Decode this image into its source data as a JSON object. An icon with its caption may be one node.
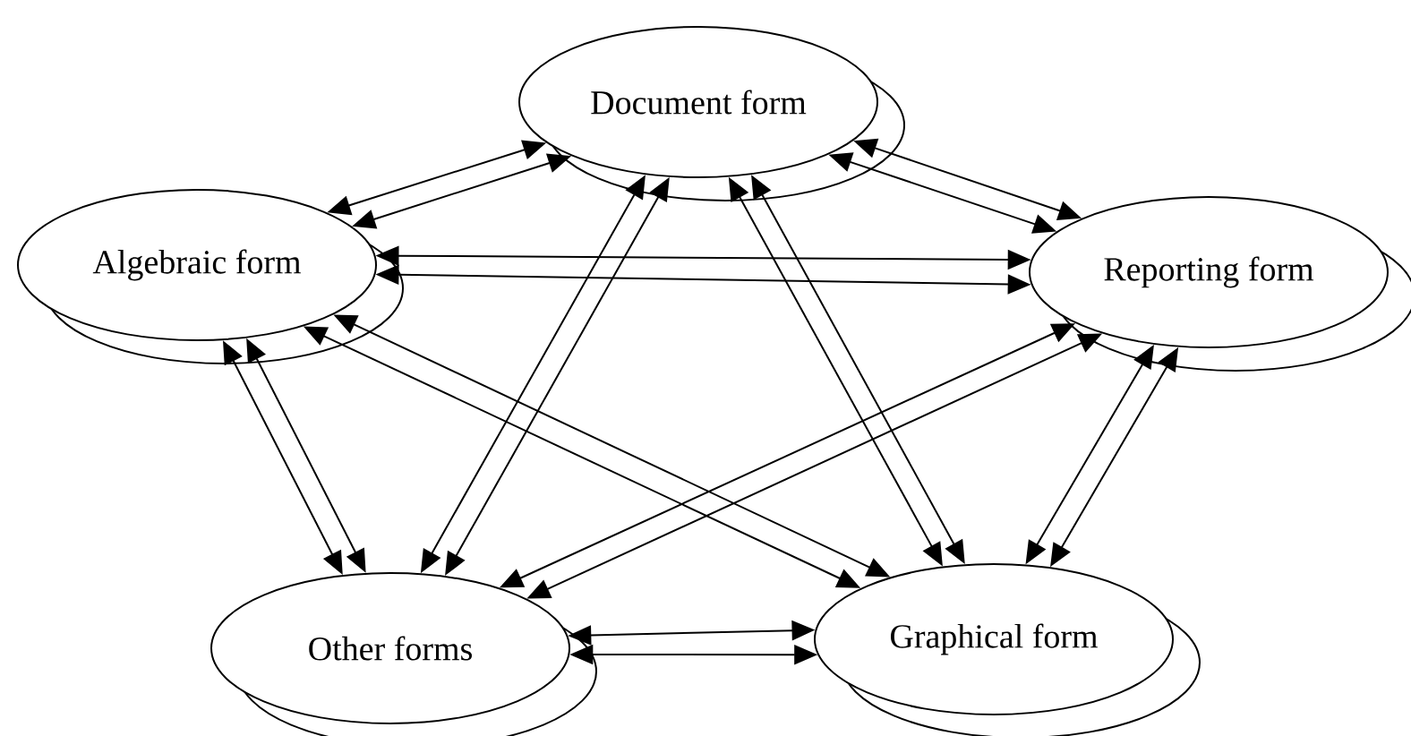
{
  "diagram": {
    "nodes": [
      {
        "text": [
          "Document form"
        ]
      },
      {
        "text": [
          "Algebraic form"
        ]
      },
      {
        "text": [
          "Reporting form"
        ]
      },
      {
        "text": [
          "Other forms"
        ]
      },
      {
        "text": [
          "Graphical form"
        ]
      }
    ],
    "edges": [
      {
        "from": 1,
        "to": 0,
        "arrow": "both"
      },
      {
        "from": 1,
        "to": 0,
        "arrow": "both"
      },
      {
        "from": 0,
        "to": 2,
        "arrow": "both"
      },
      {
        "from": 0,
        "to": 2,
        "arrow": "both"
      },
      {
        "from": 1,
        "to": 2,
        "arrow": "both"
      },
      {
        "from": 1,
        "to": 2,
        "arrow": "both"
      },
      {
        "from": 0,
        "to": 3,
        "arrow": "both"
      },
      {
        "from": 0,
        "to": 3,
        "arrow": "both"
      },
      {
        "from": 0,
        "to": 4,
        "arrow": "both"
      },
      {
        "from": 0,
        "to": 4,
        "arrow": "both"
      },
      {
        "from": 1,
        "to": 3,
        "arrow": "both"
      },
      {
        "from": 1,
        "to": 3,
        "arrow": "both"
      },
      {
        "from": 1,
        "to": 4,
        "arrow": "both"
      },
      {
        "from": 1,
        "to": 4,
        "arrow": "both"
      },
      {
        "from": 2,
        "to": 3,
        "arrow": "both"
      },
      {
        "from": 2,
        "to": 3,
        "arrow": "both"
      },
      {
        "from": 2,
        "to": 4,
        "arrow": "both"
      },
      {
        "from": 2,
        "to": 4,
        "arrow": "both"
      },
      {
        "from": 3,
        "to": 4,
        "arrow": "both"
      },
      {
        "from": 3,
        "to": 4,
        "arrow": "both"
      }
    ]
  }
}
